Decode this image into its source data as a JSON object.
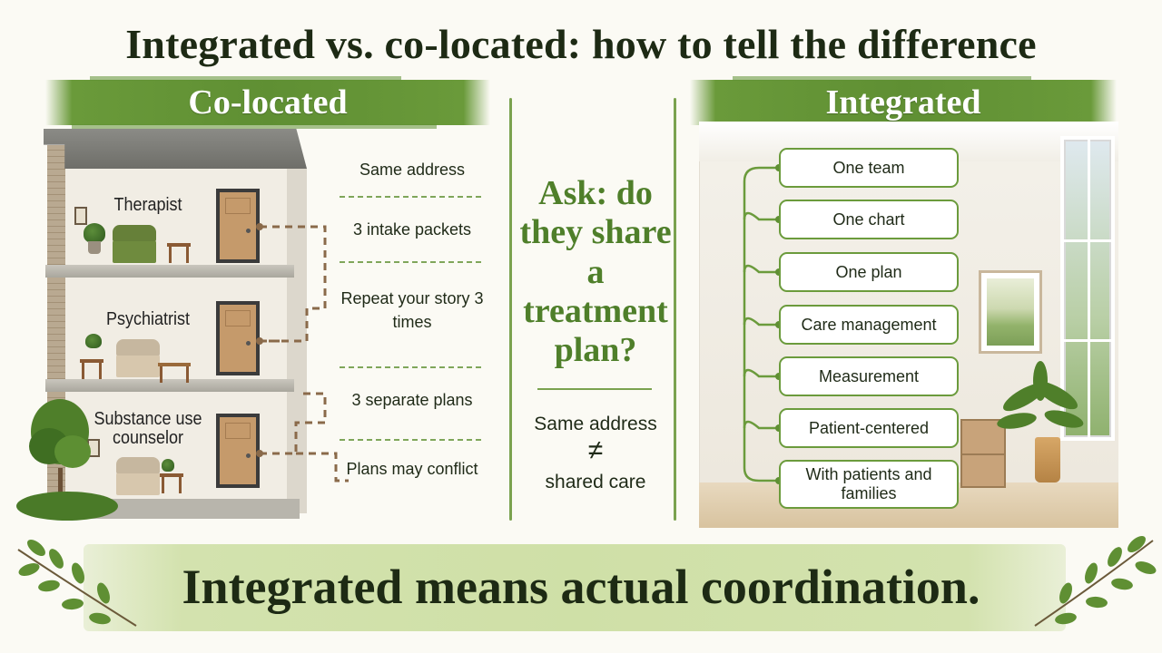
{
  "title": "Integrated vs. co-located: how to tell the difference",
  "left_panel": {
    "heading": "Co-located",
    "floors": [
      "Therapist",
      "Psychiatrist",
      "Substance use counselor"
    ],
    "items": [
      "Same address",
      "3 intake packets",
      "Repeat your story 3 times",
      "3 separate plans",
      "Plans may conflict"
    ]
  },
  "middle_panel": {
    "question": "Ask: do they share a treatment plan?",
    "same_address": "Same address",
    "not_equal": "≠",
    "shared_care": "shared care"
  },
  "right_panel": {
    "heading": "Integrated",
    "items": [
      "One team",
      "One chart",
      "One plan",
      "Care management",
      "Measurement",
      "Patient-centered",
      "With patients and families"
    ]
  },
  "footer": {
    "text": "Integrated means actual coordination."
  },
  "colors": {
    "accent_green": "#5f8f33",
    "box_border": "#6b9b3c",
    "connector_brown": "#8a6a4a",
    "footer_band": "#cfe0a7"
  },
  "icons": [
    "building-illustration",
    "room-illustration",
    "leaf-branch-icon"
  ]
}
